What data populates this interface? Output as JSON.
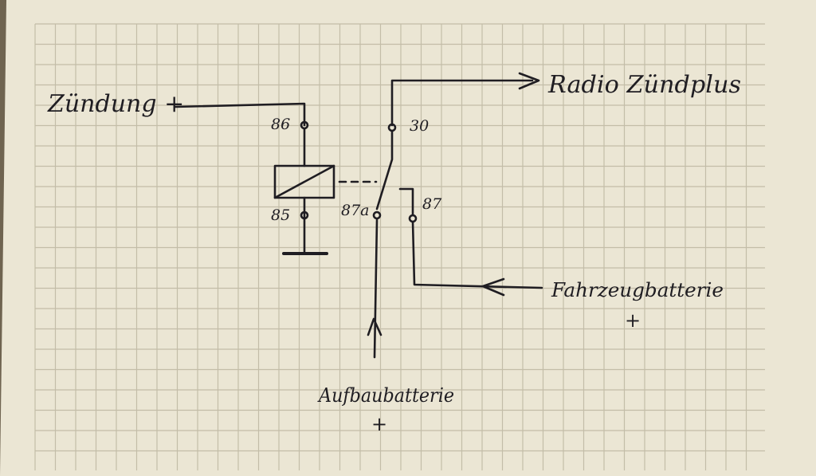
{
  "diagram": {
    "labels": {
      "ignition": "Zündung +",
      "radio": "Radio  Zündplus",
      "vehicle_battery": "Fahrzeugbatterie",
      "vehicle_battery_plus": "+",
      "aux_battery": "Aufbaubatterie",
      "aux_battery_plus": "+"
    },
    "terminals": {
      "t86": "86",
      "t85": "85",
      "t30": "30",
      "t87a": "87a",
      "t87": "87"
    }
  },
  "colors": {
    "paper": "#ebe6d4",
    "grid": "#c3bda8",
    "ink": "#1f1d22",
    "table": "#6f6450"
  }
}
